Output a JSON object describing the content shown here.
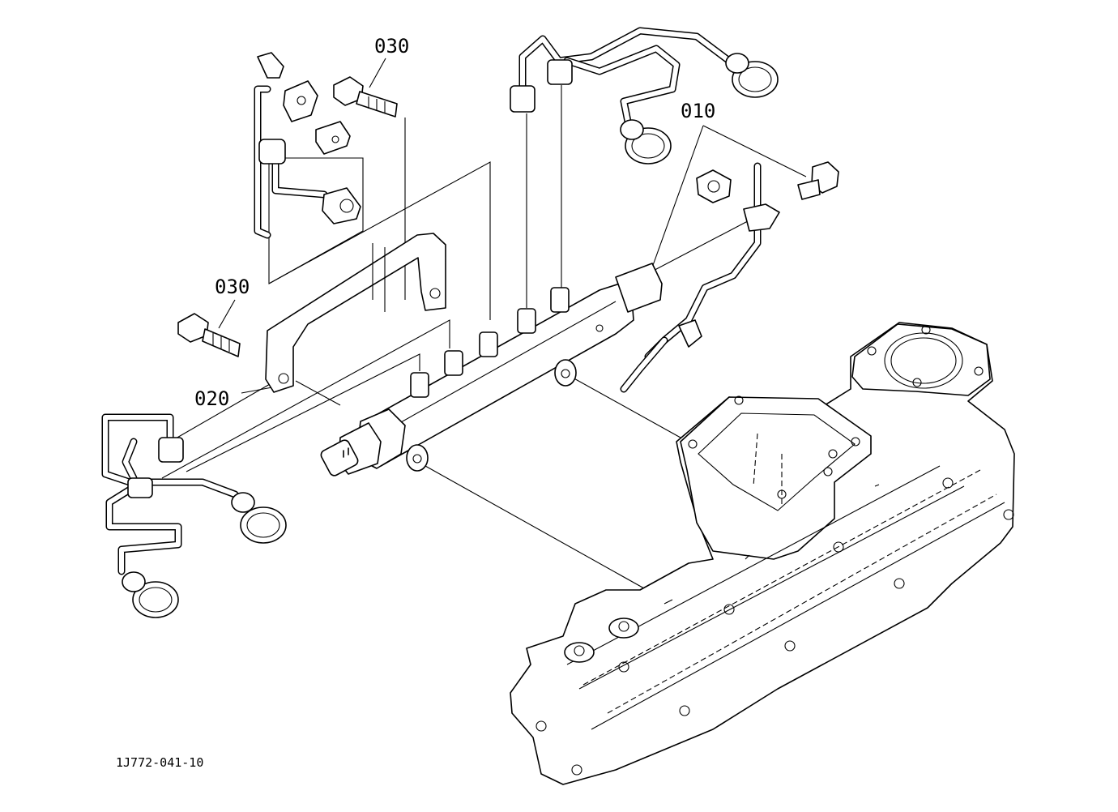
{
  "labels": {
    "part_010": "010",
    "part_020": "020",
    "part_030_upper": "030",
    "part_030_lower": "030"
  },
  "footer": {
    "drawing_number": "1J772-041-10"
  },
  "colors": {
    "line": "#000000",
    "background": "#ffffff"
  }
}
